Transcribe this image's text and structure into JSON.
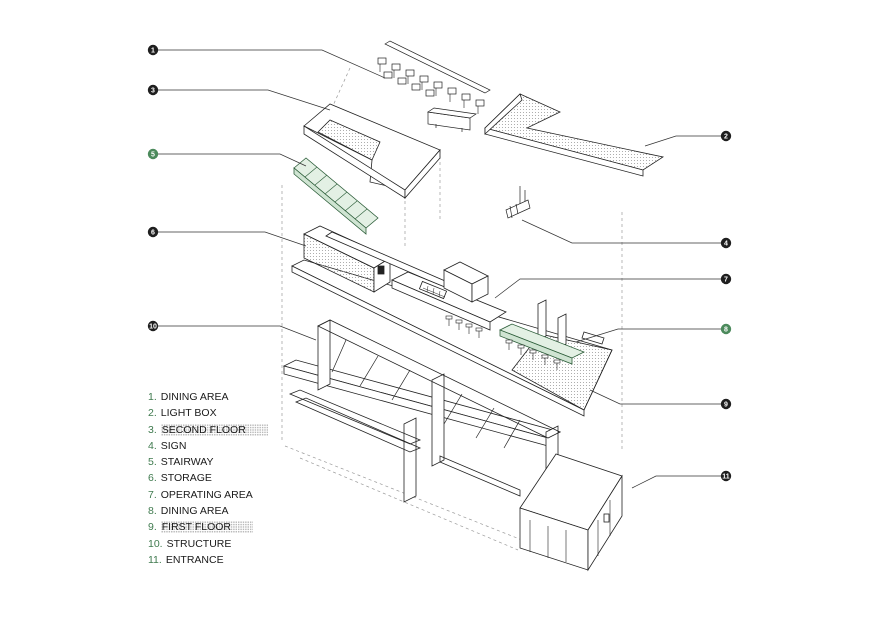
{
  "callouts": [
    {
      "id": 1,
      "label": "1",
      "highlight": false
    },
    {
      "id": 2,
      "label": "2",
      "highlight": false
    },
    {
      "id": 3,
      "label": "3",
      "highlight": false
    },
    {
      "id": 4,
      "label": "4",
      "highlight": false
    },
    {
      "id": 5,
      "label": "5",
      "highlight": true
    },
    {
      "id": 6,
      "label": "6",
      "highlight": false
    },
    {
      "id": 7,
      "label": "7",
      "highlight": false
    },
    {
      "id": 8,
      "label": "8",
      "highlight": true
    },
    {
      "id": 9,
      "label": "9",
      "highlight": false
    },
    {
      "id": 10,
      "label": "10",
      "highlight": false
    },
    {
      "id": 11,
      "label": "11",
      "highlight": false
    }
  ],
  "legend": [
    {
      "num": "1.",
      "text": "DINING AREA",
      "hatched": false
    },
    {
      "num": "2.",
      "text": "LIGHT BOX",
      "hatched": false
    },
    {
      "num": "3.",
      "text": "SECOND FLOOR",
      "hatched": true
    },
    {
      "num": "4.",
      "text": "SIGN",
      "hatched": false
    },
    {
      "num": "5.",
      "text": "STAIRWAY",
      "hatched": false
    },
    {
      "num": "6.",
      "text": "STORAGE",
      "hatched": false
    },
    {
      "num": "7.",
      "text": "OPERATING AREA",
      "hatched": false
    },
    {
      "num": "8.",
      "text": "DINING AREA",
      "hatched": false
    },
    {
      "num": "9.",
      "text": "FIRST FLOOR",
      "hatched": true
    },
    {
      "num": "10.",
      "text": "STRUCTURE",
      "hatched": false
    },
    {
      "num": "11.",
      "text": "ENTRANCE",
      "hatched": false
    }
  ],
  "colors": {
    "callout_default": "#1f1f1f",
    "callout_highlight": "#4c8a5c",
    "legend_number": "#3f7a4e",
    "line": "#222222",
    "highlight_fill": "#e3f0e4"
  }
}
